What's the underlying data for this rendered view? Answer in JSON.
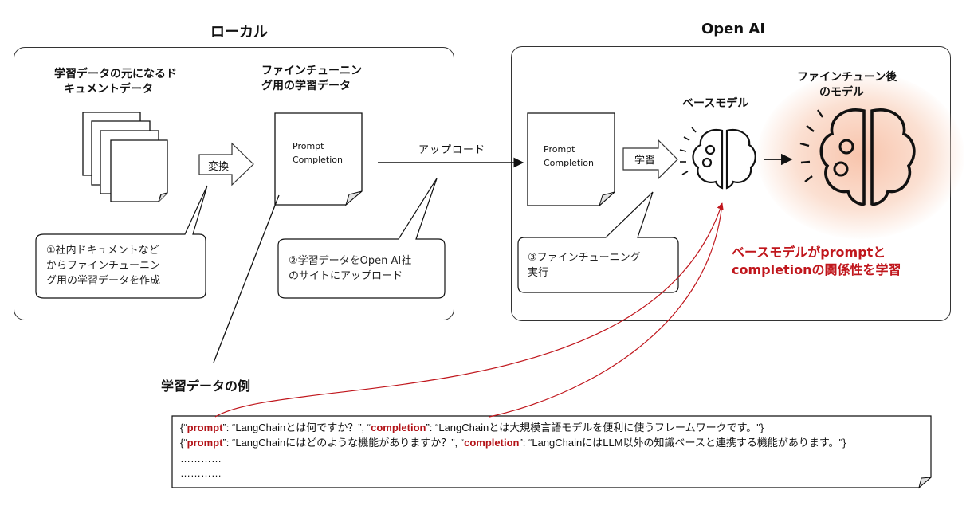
{
  "sections": {
    "local": "ローカル",
    "openai": "Open AI"
  },
  "local": {
    "source_docs_label": [
      "学習データの元になるド",
      "キュメントデータ"
    ],
    "finetune_data_label": [
      "ファインチューニン",
      "グ用の学習データ"
    ],
    "convert_label": "変換",
    "doc_lines": [
      "Prompt",
      "Completion"
    ],
    "callout1": [
      "①社内ドキュメントなど",
      "からファインチューニン",
      "グ用の学習データを作成"
    ],
    "callout2": [
      "②学習データをOpen AI社",
      "のサイトにアップロード"
    ]
  },
  "upload_label": "アップロード",
  "openai": {
    "doc_lines": [
      "Prompt",
      "Completion"
    ],
    "learn_label": "学習",
    "base_model_label": "ベースモデル",
    "finetuned_label": [
      "ファインチューン後",
      "のモデル"
    ],
    "callout3": [
      "③ファインチューニング",
      "実行"
    ],
    "red_note": [
      "ベースモデルがpromptと",
      "completionの関係性を学習"
    ]
  },
  "example": {
    "title": "学習データの例",
    "lines": [
      {
        "open": "{“",
        "key1": "prompt",
        "mid1": "”: “LangChainとは何ですか？”, “",
        "key2": "completion",
        "mid2": "”: “LangChainとは大規模言語モデルを便利に使うフレームワークです。\"}"
      },
      {
        "open": "{“",
        "key1": "prompt",
        "mid1": "”: “LangChainにはどのような機能がありますか？”, “",
        "key2": "completion",
        "mid2": "”: “LangChainにはLLM以外の知識ベースと連携する機能があります。\"}"
      }
    ],
    "ellipsis": [
      "…………",
      "…………"
    ]
  },
  "colors": {
    "accent_red": "#c0161c",
    "glow": "#f7c9b3"
  },
  "icons": [
    "document-stack-icon",
    "brain-gears-icon",
    "arrow-icon"
  ]
}
